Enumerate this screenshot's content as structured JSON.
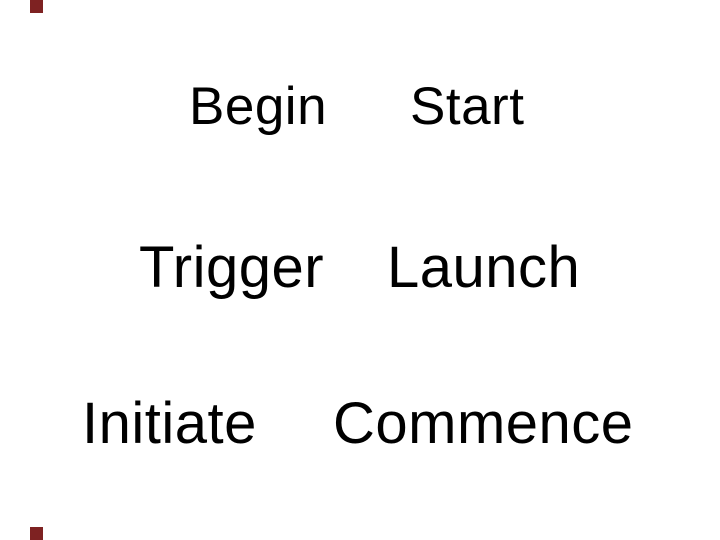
{
  "slide": {
    "background_color": "#ffffff",
    "text_color": "#000000",
    "accent_color": "#7e2222",
    "rows": [
      {
        "left_word": "Begin",
        "right_word": "Start"
      },
      {
        "left_word": "Trigger",
        "right_word": "Launch"
      },
      {
        "left_word": "Initiate",
        "right_word": "Commence"
      }
    ],
    "words": [
      {
        "text": "Begin"
      },
      {
        "text": "Start"
      },
      {
        "text": "Trigger"
      },
      {
        "text": "Launch"
      },
      {
        "text": "Initiate"
      },
      {
        "text": "Commence"
      }
    ]
  }
}
